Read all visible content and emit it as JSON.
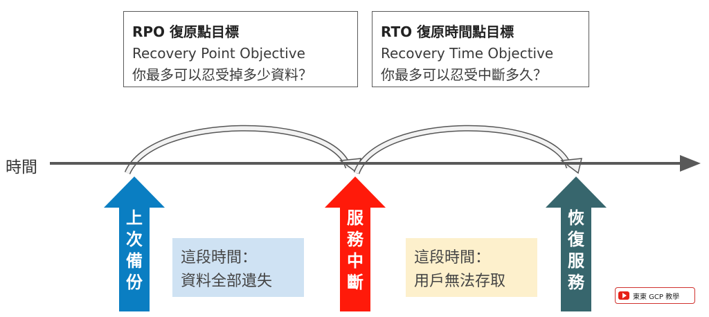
{
  "rpo": {
    "title": "RPO 復原點目標",
    "subtitle": "Recovery Point Objective",
    "question": "你最多可以忍受掉多少資料？"
  },
  "rto": {
    "title": "RTO 復原時間點目標",
    "subtitle": "Recovery Time Objective",
    "question": "你最多可以忍受中斷多久？"
  },
  "timeline": {
    "label": "時間"
  },
  "events": [
    {
      "label": "上次備份",
      "chars": [
        "上",
        "次",
        "備",
        "份"
      ],
      "color": "#0a7ec2"
    },
    {
      "label": "服務中斷",
      "chars": [
        "服",
        "務",
        "中",
        "斷"
      ],
      "color": "#ff1a0a"
    },
    {
      "label": "恢復服務",
      "chars": [
        "恢",
        "復",
        "服",
        "務"
      ],
      "color": "#37666d"
    }
  ],
  "notes": [
    {
      "line1": "這段時間：",
      "line2": "資料全部遺失",
      "bg": "#cfe2f3"
    },
    {
      "line1": "這段時間：",
      "line2": "用戶無法存取",
      "bg": "#fdf0cc"
    }
  ],
  "logo": {
    "text": "東東 GCP 教學"
  }
}
